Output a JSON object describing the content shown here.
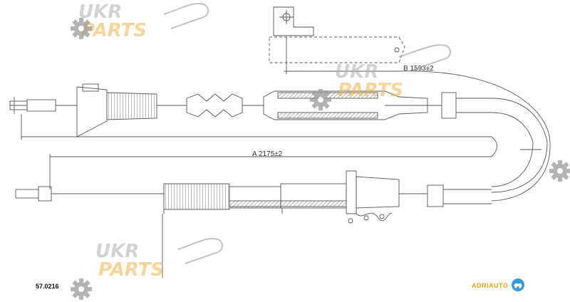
{
  "dimensions": {
    "a_label": "A  2175±2",
    "b_label": "B  1593±2"
  },
  "part_number": "57.0216",
  "brand": {
    "name": "ADRIAUTO",
    "color": "#e8a317",
    "icon": "car-badge-icon",
    "icon_color": "#3a9ad9"
  },
  "watermark": {
    "line1": "UKR",
    "line2": "PARTS",
    "line1_color": "#b0b0b0",
    "line2_color": "#f1b24a",
    "gear_color": "#9a9a9a"
  },
  "colors": {
    "line": "#555555",
    "hatch": "#6b6b6b"
  }
}
